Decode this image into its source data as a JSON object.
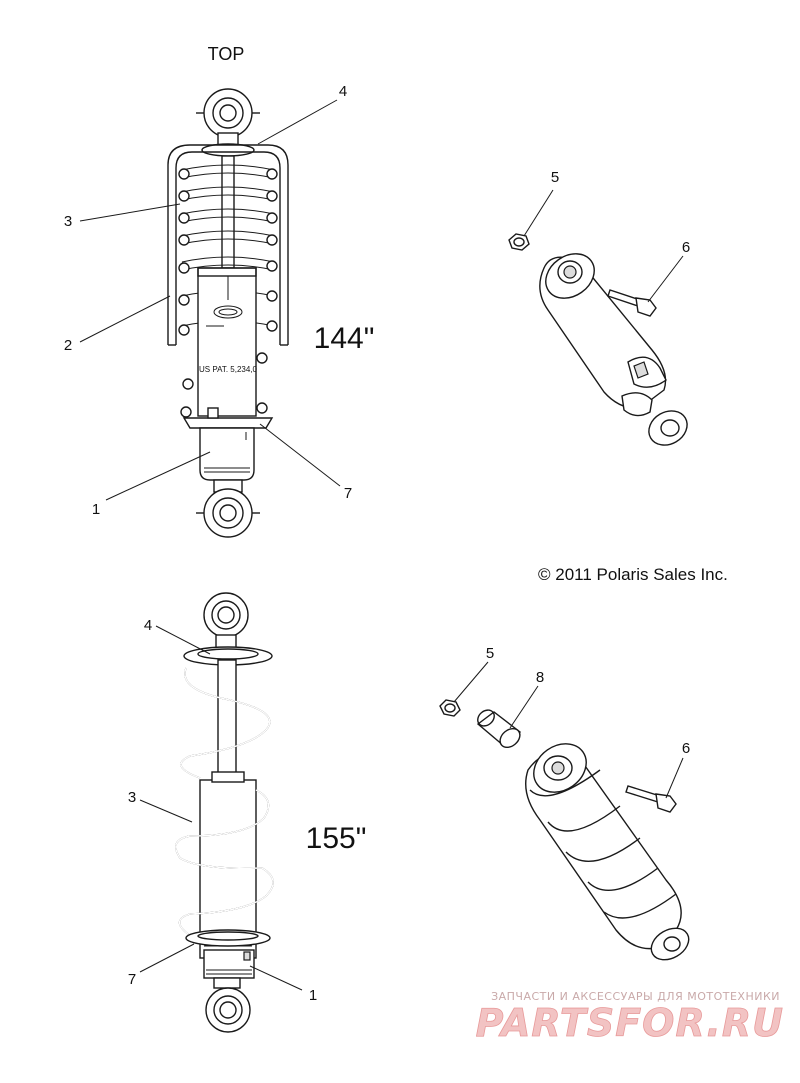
{
  "diagram": {
    "top_label": "TOP",
    "size_144": "144\"",
    "size_155": "155\"",
    "copyright": "© 2011 Polaris Sales Inc.",
    "body_text": "US PAT. 5,234,0",
    "callouts_144": [
      "4",
      "3",
      "2",
      "1",
      "7"
    ],
    "callouts_right_top": [
      "5",
      "6"
    ],
    "callouts_155": [
      "4",
      "3",
      "7",
      "1"
    ],
    "callouts_right_bottom": [
      "5",
      "8",
      "6"
    ]
  },
  "watermark": {
    "subtitle": "ЗАПЧАСТИ И АКСЕССУАРЫ ДЛЯ МОТОТЕХНИКИ",
    "brand": "PARTSFOR.RU"
  }
}
